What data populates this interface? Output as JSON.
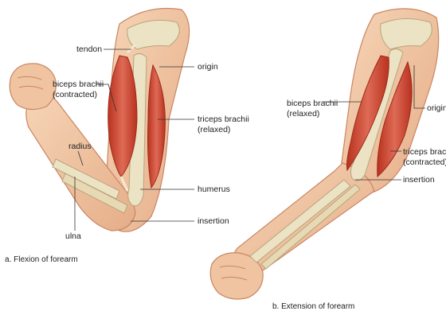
{
  "colors": {
    "skin": "#f2c9a6",
    "skin_shadow": "#d99a78",
    "skin_edge": "#c98663",
    "muscle": "#c9402f",
    "muscle_light": "#e0705d",
    "bone": "#ece2c4",
    "bone_shadow": "#cbbf98",
    "leader": "#333333"
  },
  "panel_a": {
    "caption": "a. Flexion of forearm",
    "labels": {
      "tendon": "tendon",
      "origin": "origin",
      "biceps_l1": "biceps brachii",
      "biceps_l2": "(contracted)",
      "radius": "radius",
      "triceps_l1": "triceps brachii",
      "triceps_l2": "(relaxed)",
      "humerus": "humerus",
      "insertion": "insertion",
      "ulna": "ulna"
    }
  },
  "panel_b": {
    "caption": "b. Extension of forearm",
    "labels": {
      "biceps_l1": "biceps brachii",
      "biceps_l2": "(relaxed)",
      "origin": "origin",
      "triceps_l1": "triceps brachii",
      "triceps_l2": "(contracted)",
      "insertion": "insertion"
    }
  }
}
